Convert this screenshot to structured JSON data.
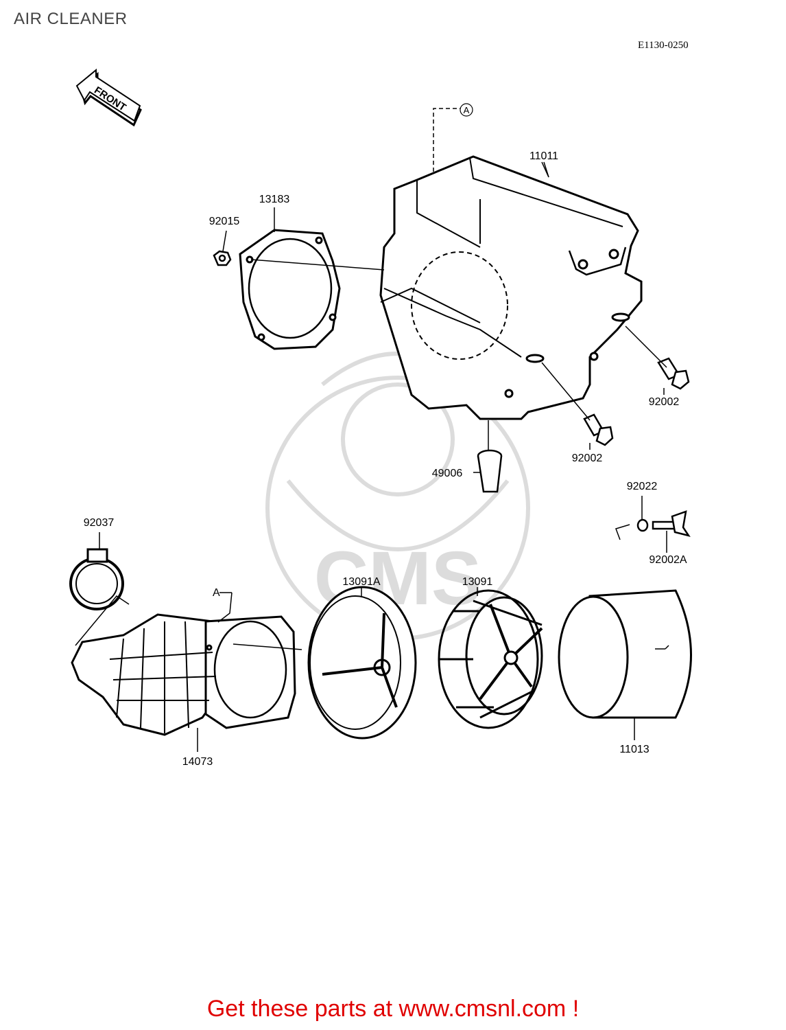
{
  "page": {
    "title": "AIR CLEANER",
    "diagram_code": "E1130-0250",
    "footer_text": "Get these parts at www.cmsnl.com !",
    "footer_color": "#e00000"
  },
  "front_arrow": {
    "text": "FRONT"
  },
  "ref_marks": {
    "a_top": "A",
    "a_duct": "A"
  },
  "watermark": {
    "text": "CMS",
    "color": "#dcdcdc"
  },
  "parts": {
    "p11011": "11011",
    "p13183": "13183",
    "p92015": "92015",
    "p92002_right": "92002",
    "p92002_mid": "92002",
    "p49006": "49006",
    "p92022": "92022",
    "p92002A": "92002A",
    "p92037": "92037",
    "p13091A": "13091A",
    "p13091": "13091",
    "p14073": "14073",
    "p11013": "11013"
  }
}
